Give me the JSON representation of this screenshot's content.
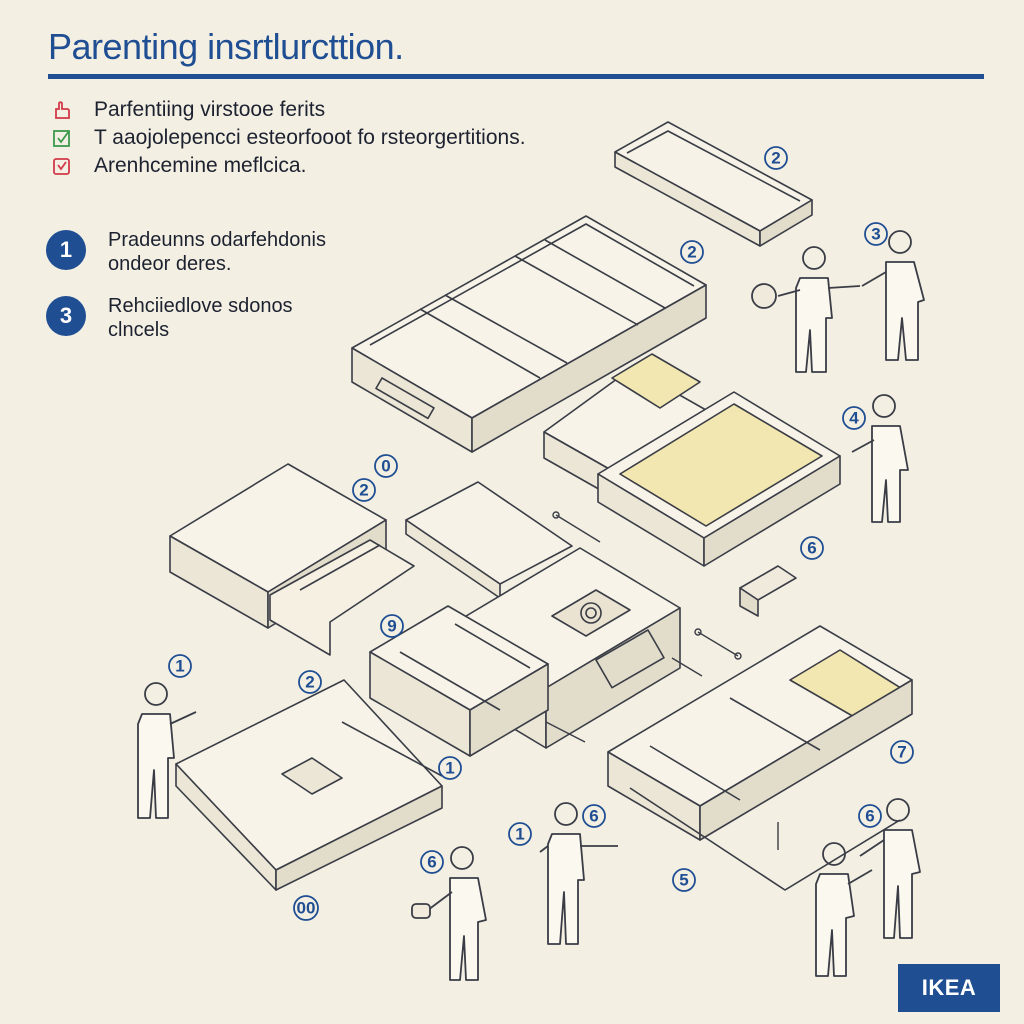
{
  "header": {
    "title": "Parenting insrtlurcttion."
  },
  "legend": [
    {
      "icon": "pointing-hand-icon",
      "text": "Parfentiing virstooe ferits",
      "color": "#d23a4a"
    },
    {
      "icon": "checkbox-icon",
      "text": "T aaojolepencci esteorfooot fo rsteorgertitions.",
      "color": "#3c9a4c"
    },
    {
      "icon": "warning-box-icon",
      "text": "Arenhcemine meflcica.",
      "color": "#d23a4a"
    }
  ],
  "steps": [
    {
      "number": "1",
      "line1": "Pradeunns odarfehdonis",
      "line2": "ondeor deres."
    },
    {
      "number": "3",
      "line1": "Rehciiedlove sdonos",
      "line2": "clncels"
    }
  ],
  "callouts": [
    "2",
    "2",
    "3",
    "0",
    "2",
    "4",
    "6",
    "9",
    "1",
    "2",
    "1",
    "7",
    "1",
    "6",
    "6",
    "5",
    "6",
    "00"
  ],
  "brand": {
    "label": "IKEA"
  },
  "colors": {
    "accent": "#1f4e93",
    "paper": "#f3efe3",
    "panel_fill": "#f2e7b0",
    "line": "#3a3d46"
  }
}
